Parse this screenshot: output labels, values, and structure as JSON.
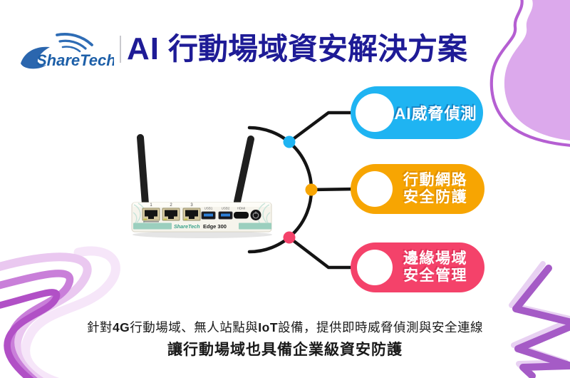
{
  "brand": {
    "logo_text": "ShareTech"
  },
  "header": {
    "title_ai": "AI",
    "title_rest": "行動場域資安解決方案"
  },
  "device": {
    "brand": "ShareTech",
    "model": "Edge 300",
    "eth_port_labels": [
      "1",
      "2",
      "3"
    ],
    "usb_labels": [
      "USB1",
      "USB2"
    ],
    "hdmi_label": "HDMI"
  },
  "features": [
    {
      "lines": [
        "AI威脅偵測"
      ],
      "color": "#1FB4F2"
    },
    {
      "lines": [
        "行動網路",
        "安全防護"
      ],
      "color": "#F7A502"
    },
    {
      "lines": [
        "邊緣場域",
        "安全管理"
      ],
      "color": "#F4426A"
    }
  ],
  "footer": {
    "line1_parts": [
      "針對",
      "4G",
      "行動場域、無人站點與",
      "IoT",
      "設備，提供即時威脅偵測與安全連線"
    ],
    "line2": "讓行動場域也具備企業級資安防護"
  },
  "colors": {
    "title_indigo": "#1E1B96",
    "logo_blue": "#1D5FA8",
    "connector_black": "#141414",
    "feature_blue": "#1FB4F2",
    "feature_orange": "#F7A502",
    "feature_pink": "#F4426A",
    "decor_outline_purple": "#B55FD2",
    "decor_blob_lavender": "#DCA9EC",
    "device_teal_text": "#39A189",
    "device_stripe_teal": "#9BCFBE"
  }
}
